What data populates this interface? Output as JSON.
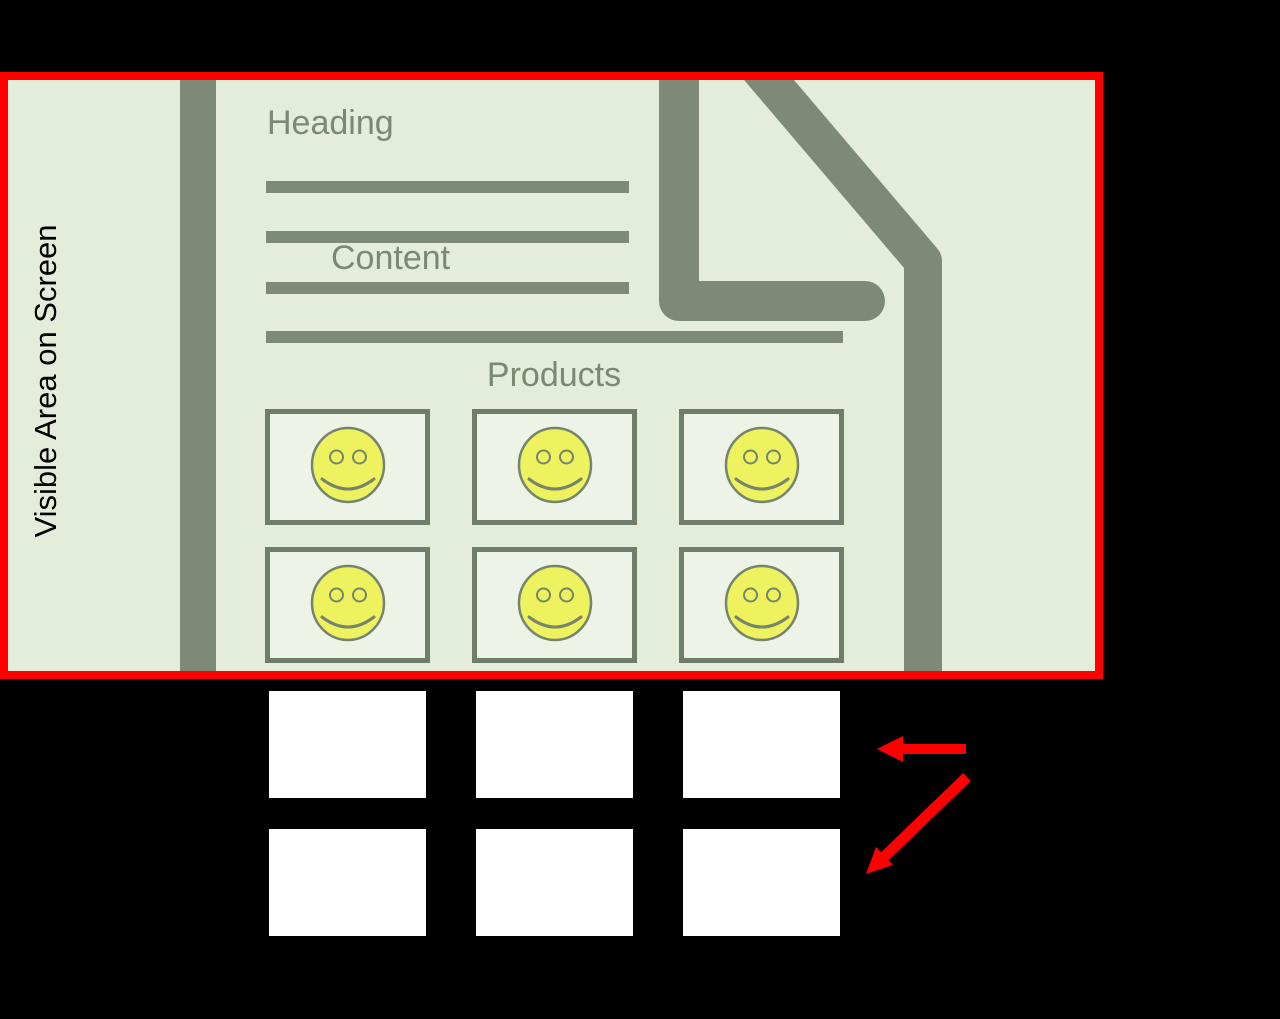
{
  "canvas": {
    "background_color": "#000000"
  },
  "visible_area": {
    "label": "Visible Area on Screen",
    "label_color": "#000000",
    "border_color": "#FF0000",
    "fill_color": "#E3EDD9"
  },
  "webpage": {
    "icon": "document-page-icon",
    "heading_label": "Heading",
    "content_label": "Content",
    "products_label": "Products",
    "stroke_color": "#7D8B76",
    "label_color": "#7A8972",
    "text_line_count": 4,
    "product_images": {
      "icon": "smiley-face-icon",
      "count": 6,
      "columns": 3,
      "box_border_color": "#6F7E69",
      "box_fill_color": "#EDF3E7",
      "face_color": "#EDF25E",
      "face_outline_color": "#75846D"
    }
  },
  "offscreen": {
    "placeholder_images": {
      "count": 6,
      "columns": 3,
      "fill_color": "#FFFFFF"
    },
    "arrows": {
      "color": "#FF0000",
      "items": [
        "left-arrow",
        "down-left-arrow"
      ]
    }
  }
}
